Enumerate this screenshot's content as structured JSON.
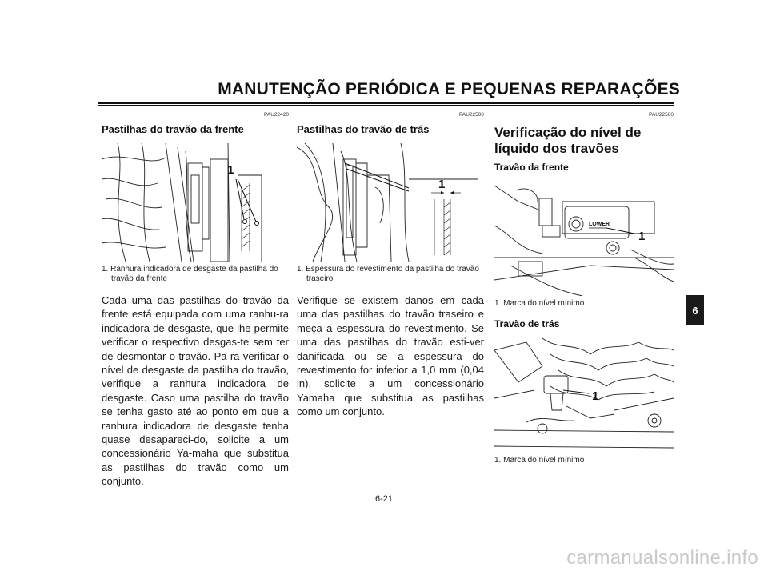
{
  "header": {
    "title": "MANUTENÇÃO PERIÓDICA E PEQUENAS REPARAÇÕES"
  },
  "columns": {
    "front_pads": {
      "code": "PAU22420",
      "title": "Pastilhas do travão da frente",
      "figure_label": "1",
      "caption": "1. Ranhura indicadora de desgaste da pastilha do travão da frente",
      "body": "Cada uma das pastilhas do travão da frente está equipada com uma ranhu-ra indicadora de desgaste, que lhe permite verificar o respectivo desgas-te sem ter de desmontar o travão. Pa-ra verificar o nível de desgaste da pastilha do travão, verifique a ranhura indicadora de desgaste. Caso uma pastilha do travão se tenha gasto até ao ponto em que a ranhura indicadora de desgaste tenha quase desapareci-do, solicite a um concessionário Ya-maha que substitua as pastilhas do travão como um conjunto."
    },
    "rear_pads": {
      "code": "PAU22500",
      "title": "Pastilhas do travão de trás",
      "figure_label": "1",
      "caption": "1. Espessura do revestimento da pastilha do travão traseiro",
      "body": "Verifique se existem danos em cada uma das pastilhas do travão traseiro e meça a espessura do revestimento. Se uma das pastilhas do travão esti-ver danificada ou se a espessura do revestimento for inferior a 1,0 mm (0,04 in), solicite a um concessionário Yamaha que substitua as pastilhas como um conjunto."
    },
    "fluid_level": {
      "code": "PAU22580",
      "title": "Verificação do nível de líquido dos travões",
      "front": {
        "subtitle": "Travão da frente",
        "figure_label": "1",
        "reservoir_mark": "LOWER",
        "caption": "1. Marca do nível mínimo"
      },
      "rear": {
        "subtitle": "Travão de trás",
        "figure_label": "1",
        "caption": "1. Marca do nível mínimo"
      }
    }
  },
  "side_tab": {
    "label": "6"
  },
  "footer": {
    "page_number": "6-21"
  },
  "watermark": {
    "text": "carmanualsonline.info"
  }
}
